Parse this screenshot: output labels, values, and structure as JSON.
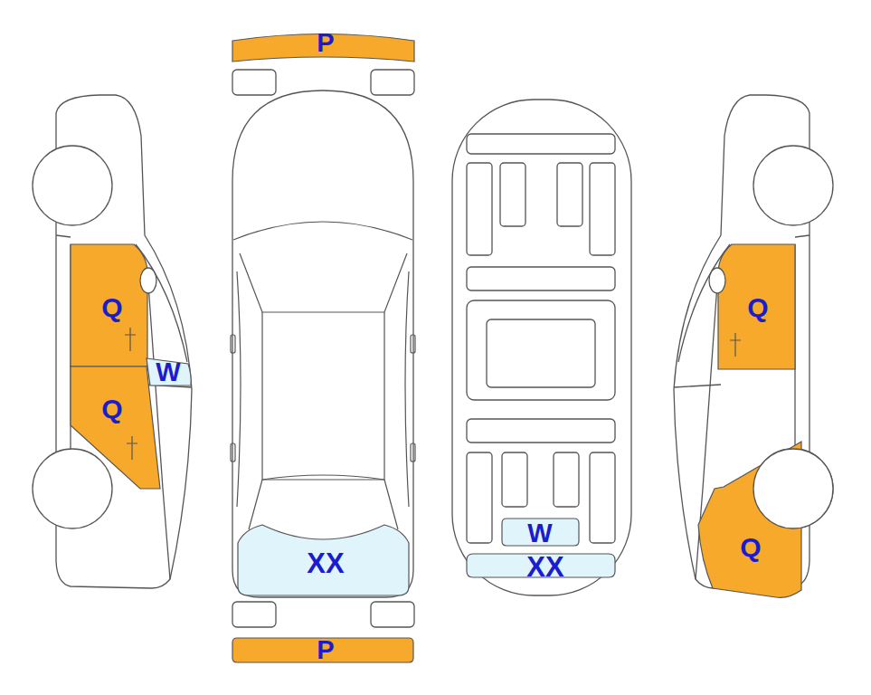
{
  "diagram": {
    "nodes": [
      {
        "text": [
          "P"
        ]
      },
      {
        "text": [
          "Q"
        ]
      },
      {
        "text": [
          "Q"
        ]
      },
      {
        "text": [
          "W"
        ]
      },
      {
        "text": [
          "Q"
        ]
      },
      {
        "text": [
          "W"
        ]
      },
      {
        "text": [
          "XX"
        ]
      },
      {
        "text": [
          "XX"
        ]
      },
      {
        "text": [
          "Q"
        ]
      },
      {
        "text": [
          "P"
        ]
      }
    ]
  }
}
